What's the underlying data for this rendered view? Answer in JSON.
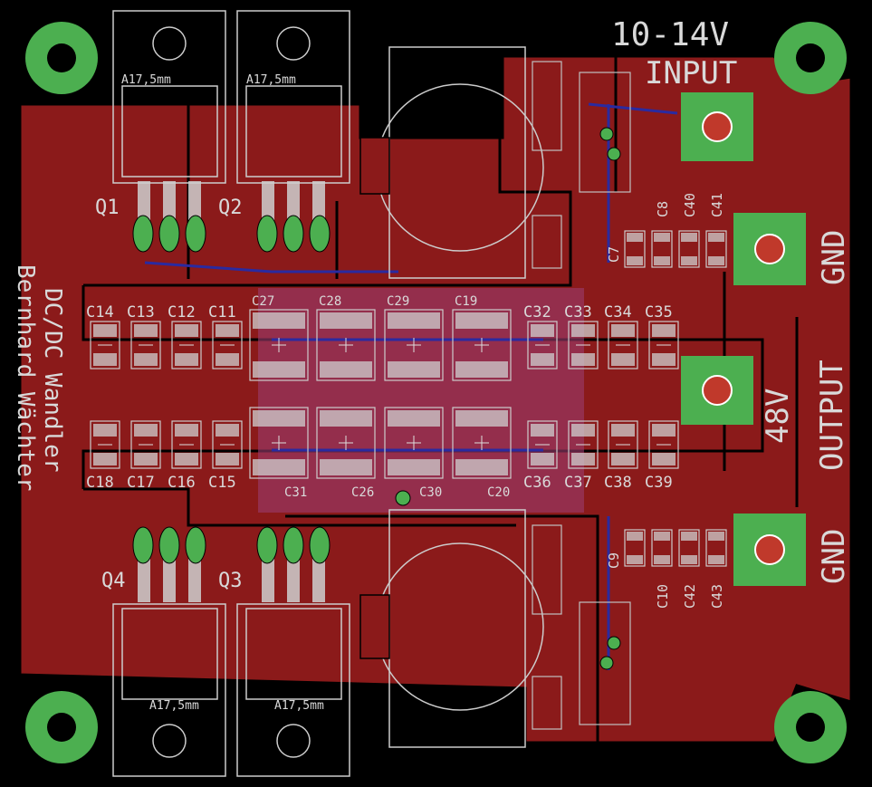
{
  "title": "DC/DC Wandler",
  "author": "Bernhard Wächter",
  "input": {
    "voltage": "10-14V",
    "label": "INPUT"
  },
  "output": {
    "voltage": "48V",
    "label": "OUTPUT",
    "gnd_top": "GND",
    "gnd_bottom": "GND"
  },
  "heatsink_label": "A17,5mm",
  "transistors": [
    "Q1",
    "Q2",
    "Q3",
    "Q4"
  ],
  "capacitors": {
    "top_small_left": [
      "C14",
      "C13",
      "C12",
      "C11"
    ],
    "top_large": [
      "C27",
      "C28",
      "C29",
      "C19"
    ],
    "top_small_right": [
      "C32",
      "C33",
      "C34",
      "C35"
    ],
    "bottom_small_left": [
      "C18",
      "C17",
      "C16",
      "C15"
    ],
    "bottom_large": [
      "C31",
      "C26",
      "C30",
      "C20"
    ],
    "bottom_small_right": [
      "C36",
      "C37",
      "C38",
      "C39"
    ],
    "input_group": [
      "C7",
      "C8",
      "C40",
      "C41"
    ],
    "output_group": [
      "C9",
      "C10",
      "C42",
      "C43"
    ]
  },
  "colors": {
    "copper": "#8b1a1a",
    "pad": "#4caf50",
    "silk": "#d9d9d9",
    "trace_bottom": "#2a2aa0",
    "dimension": "#888888"
  }
}
